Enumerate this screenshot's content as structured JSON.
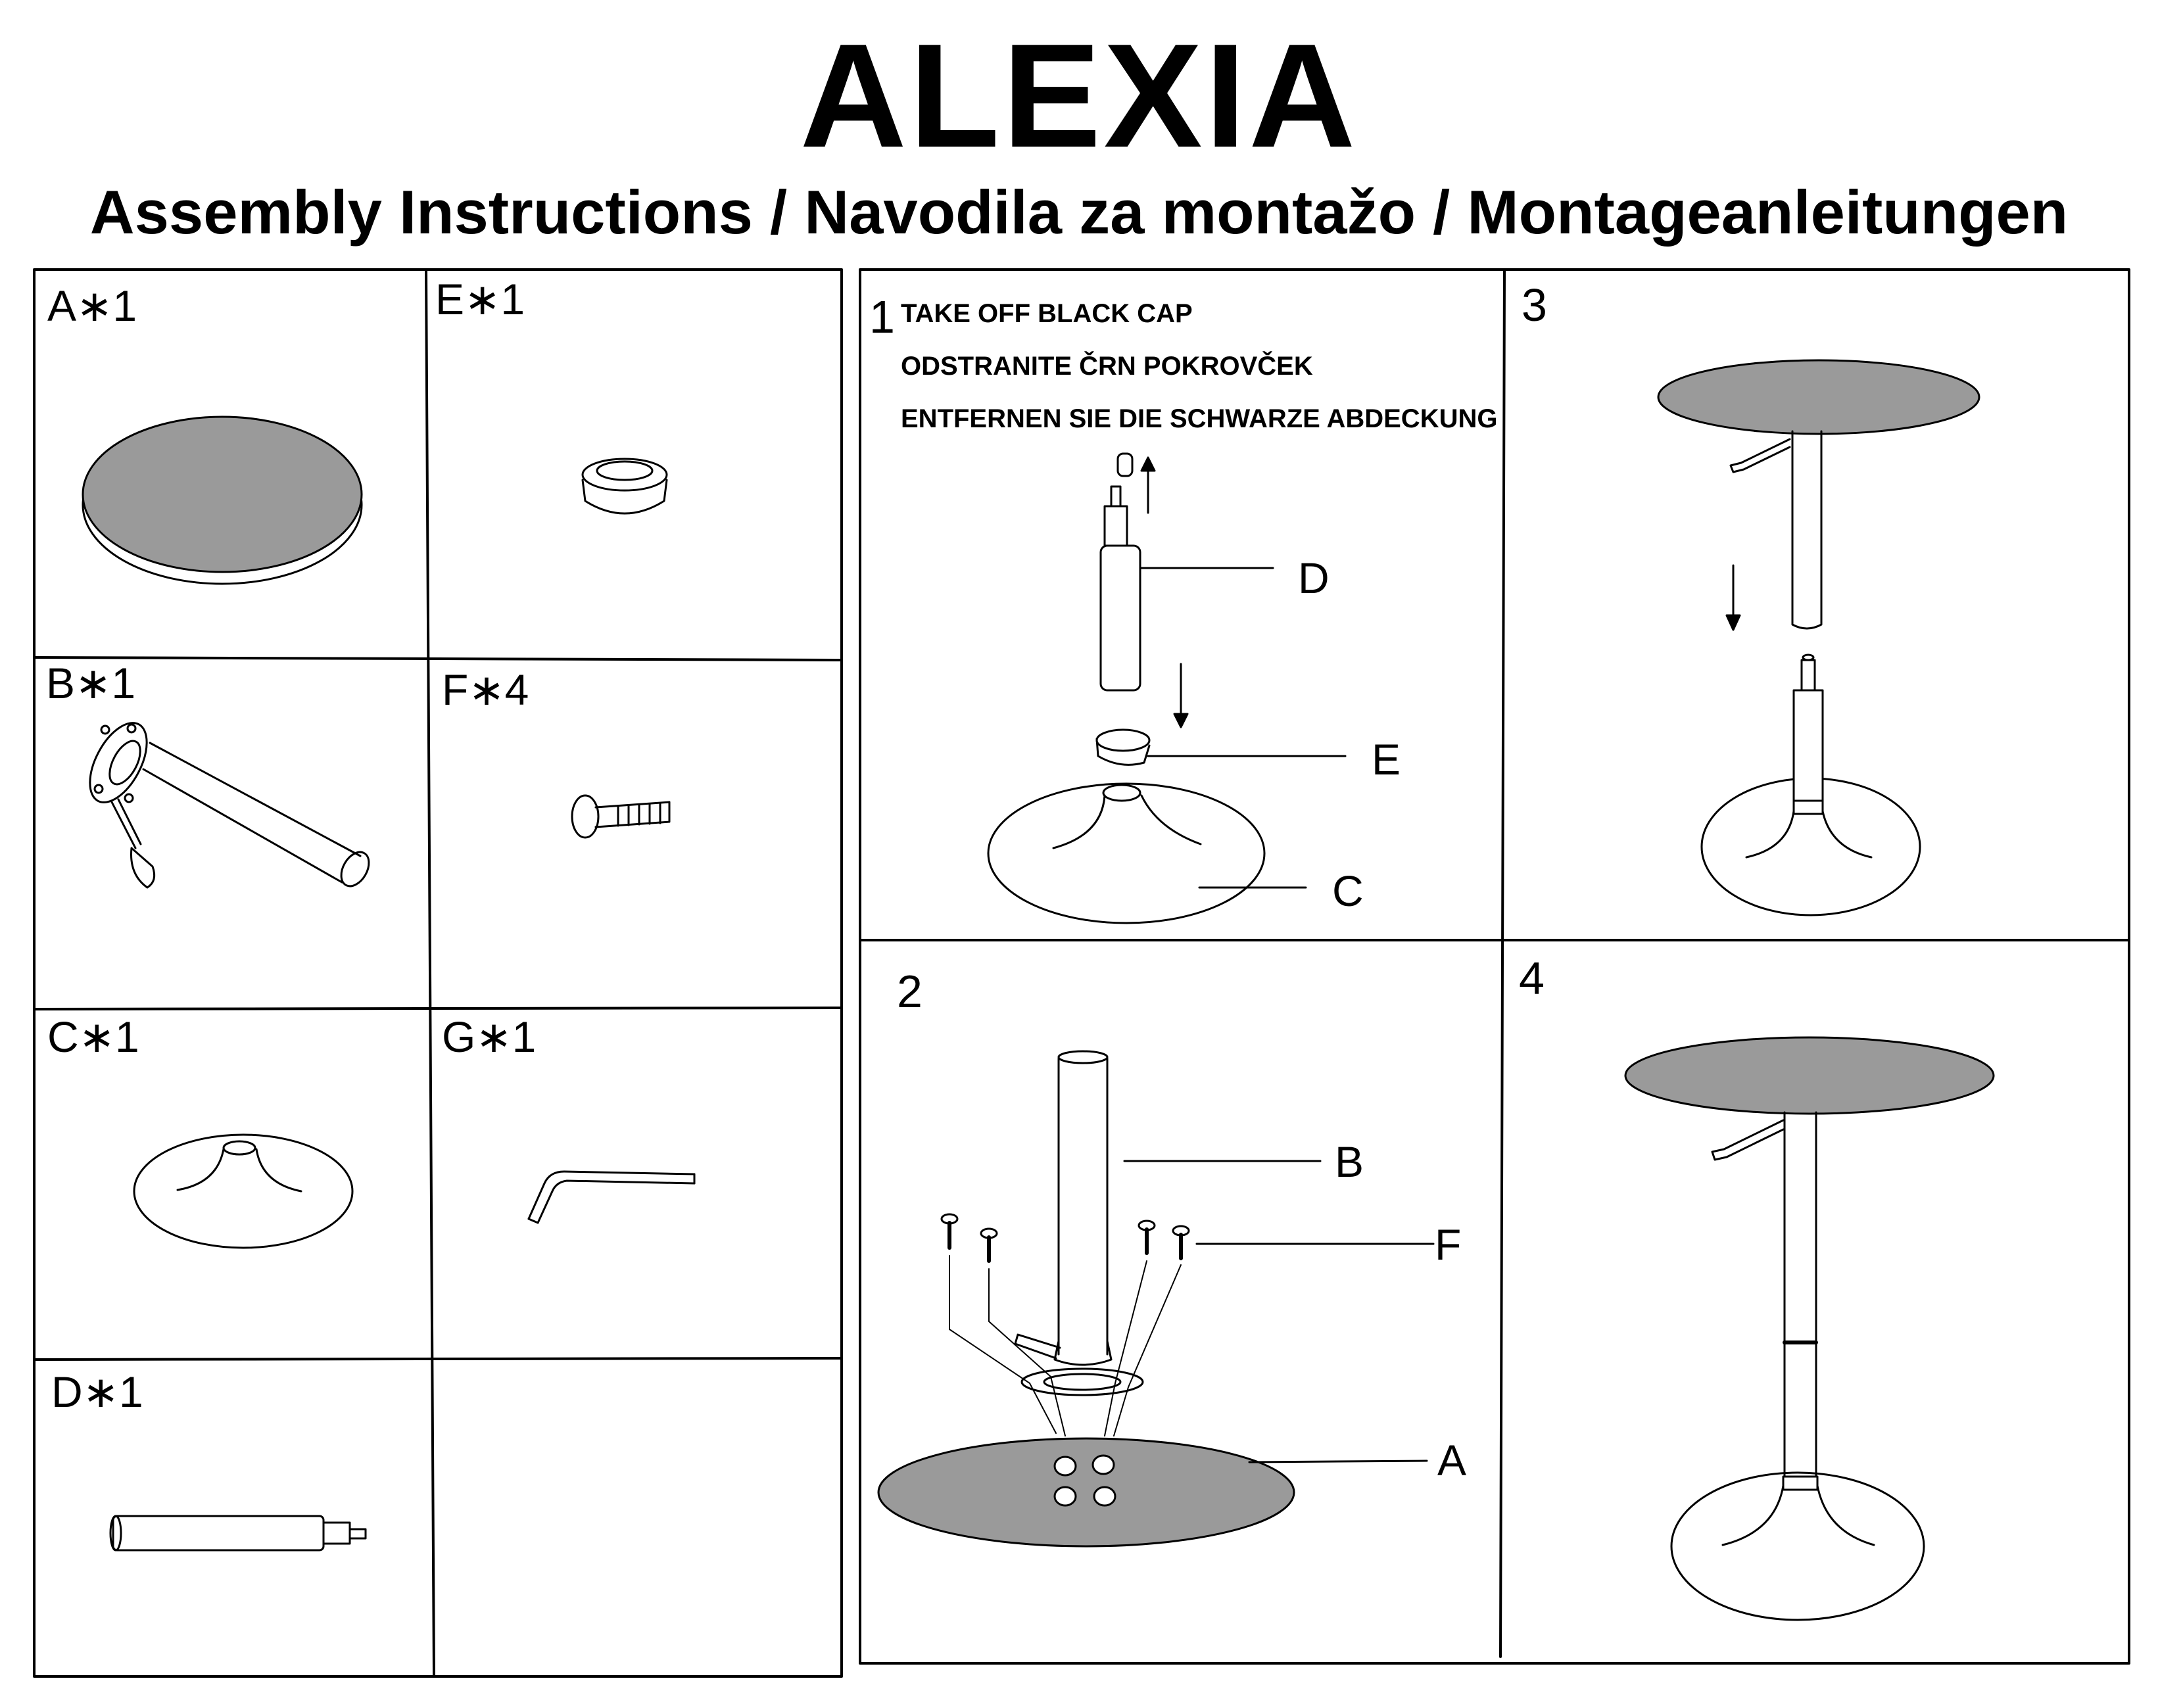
{
  "header": {
    "title": "ALEXIA",
    "subtitle": "Assembly Instructions / Navodila za montažo / Montageanleitungen"
  },
  "parts": [
    {
      "label": "A∗1",
      "icon": "seat-disc-icon"
    },
    {
      "label": "E∗1",
      "icon": "cap-ring-icon"
    },
    {
      "label": "B∗1",
      "icon": "column-with-lever-icon"
    },
    {
      "label": "F∗4",
      "icon": "screw-icon"
    },
    {
      "label": "C∗1",
      "icon": "base-dome-icon"
    },
    {
      "label": "G∗1",
      "icon": "allen-key-icon"
    },
    {
      "label": "D∗1",
      "icon": "gas-cylinder-icon"
    }
  ],
  "steps": {
    "s1": {
      "number": "1",
      "instructions": [
        "TAKE OFF BLACK CAP",
        "ODSTRANITE ČRN POKROVČEK",
        "ENTFERNEN SIE DIE SCHWARZE ABDECKUNG"
      ],
      "callouts": [
        "D",
        "E",
        "C"
      ]
    },
    "s2": {
      "number": "2",
      "callouts": [
        "B",
        "F",
        "A"
      ]
    },
    "s3": {
      "number": "3"
    },
    "s4": {
      "number": "4"
    }
  },
  "colors": {
    "line": "#000000",
    "seat_fill": "#9a9a9a",
    "background": "#ffffff"
  }
}
